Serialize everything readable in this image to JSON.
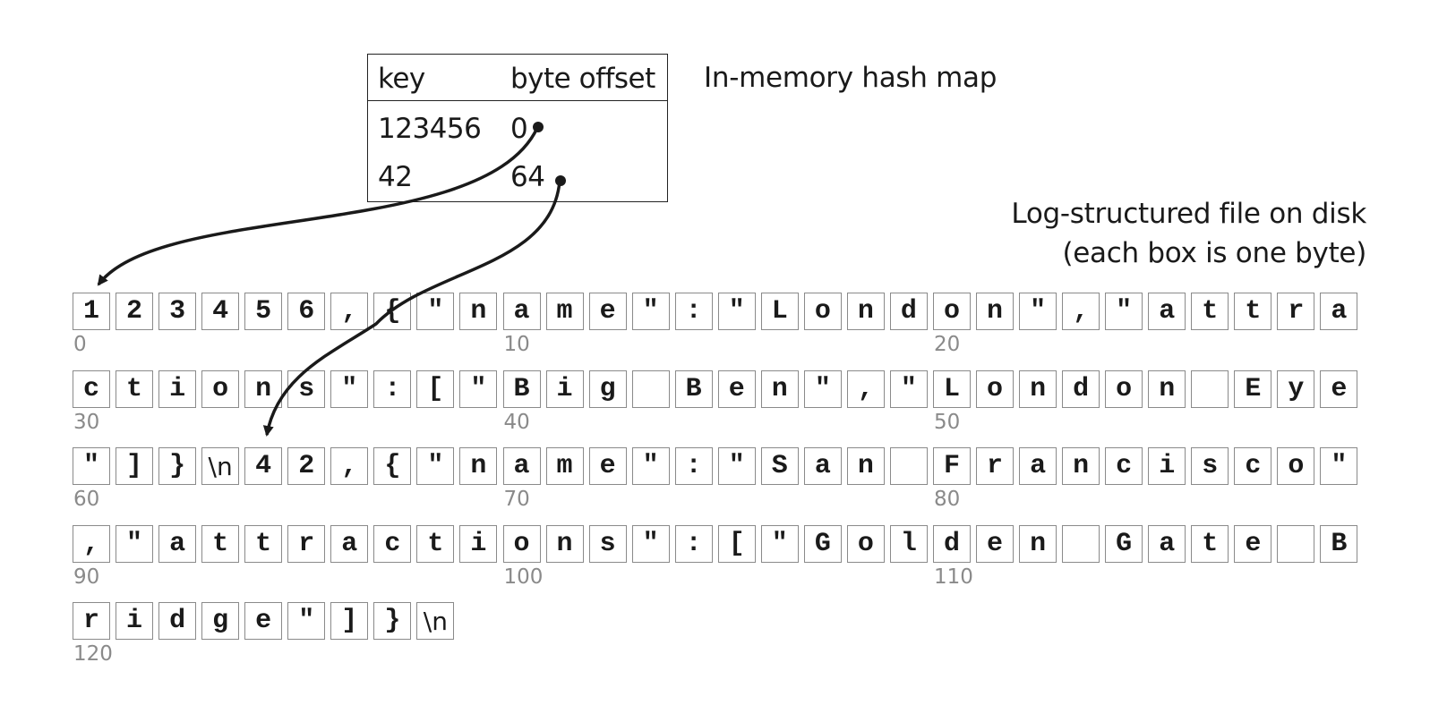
{
  "hash_map": {
    "caption": "In-memory hash map",
    "col_key": "key",
    "col_offset": "byte offset",
    "rows": [
      {
        "key": "123456",
        "offset": "0"
      },
      {
        "key": "42",
        "offset": "64"
      }
    ]
  },
  "log_file": {
    "caption_line1": "Log-structured file on disk",
    "caption_line2": "(each box is one byte)",
    "rows": [
      {
        "start": "0",
        "bytes": [
          "1",
          "2",
          "3",
          "4",
          "5",
          "6",
          ",",
          "{",
          "\"",
          "n",
          "a",
          "m",
          "e",
          "\"",
          ":",
          "\"",
          "L",
          "o",
          "n",
          "d",
          "o",
          "n",
          "\"",
          ",",
          "\"",
          "a",
          "t",
          "t",
          "r",
          "a"
        ]
      },
      {
        "start": "30",
        "bytes": [
          "c",
          "t",
          "i",
          "o",
          "n",
          "s",
          "\"",
          ":",
          "[",
          "\"",
          "B",
          "i",
          "g",
          " ",
          "B",
          "e",
          "n",
          "\"",
          ",",
          "\"",
          "L",
          "o",
          "n",
          "d",
          "o",
          "n",
          " ",
          "E",
          "y",
          "e"
        ]
      },
      {
        "start": "60",
        "bytes": [
          "\"",
          "]",
          "}",
          "\\n",
          "4",
          "2",
          ",",
          "{",
          "\"",
          "n",
          "a",
          "m",
          "e",
          "\"",
          ":",
          "\"",
          "S",
          "a",
          "n",
          " ",
          "F",
          "r",
          "a",
          "n",
          "c",
          "i",
          "s",
          "c",
          "o",
          "\""
        ]
      },
      {
        "start": "90",
        "bytes": [
          ",",
          "\"",
          "a",
          "t",
          "t",
          "r",
          "a",
          "c",
          "t",
          "i",
          "o",
          "n",
          "s",
          "\"",
          ":",
          "[",
          "\"",
          "G",
          "o",
          "l",
          "d",
          "e",
          "n",
          " ",
          "G",
          "a",
          "t",
          "e",
          " ",
          "B"
        ]
      },
      {
        "start": "120",
        "bytes": [
          "r",
          "i",
          "d",
          "g",
          "e",
          "\"",
          "]",
          "}",
          "\\n"
        ]
      }
    ],
    "offset_labels": [
      "0",
      "10",
      "20",
      "30",
      "40",
      "50",
      "60",
      "70",
      "80",
      "90",
      "100",
      "110",
      "120"
    ]
  }
}
